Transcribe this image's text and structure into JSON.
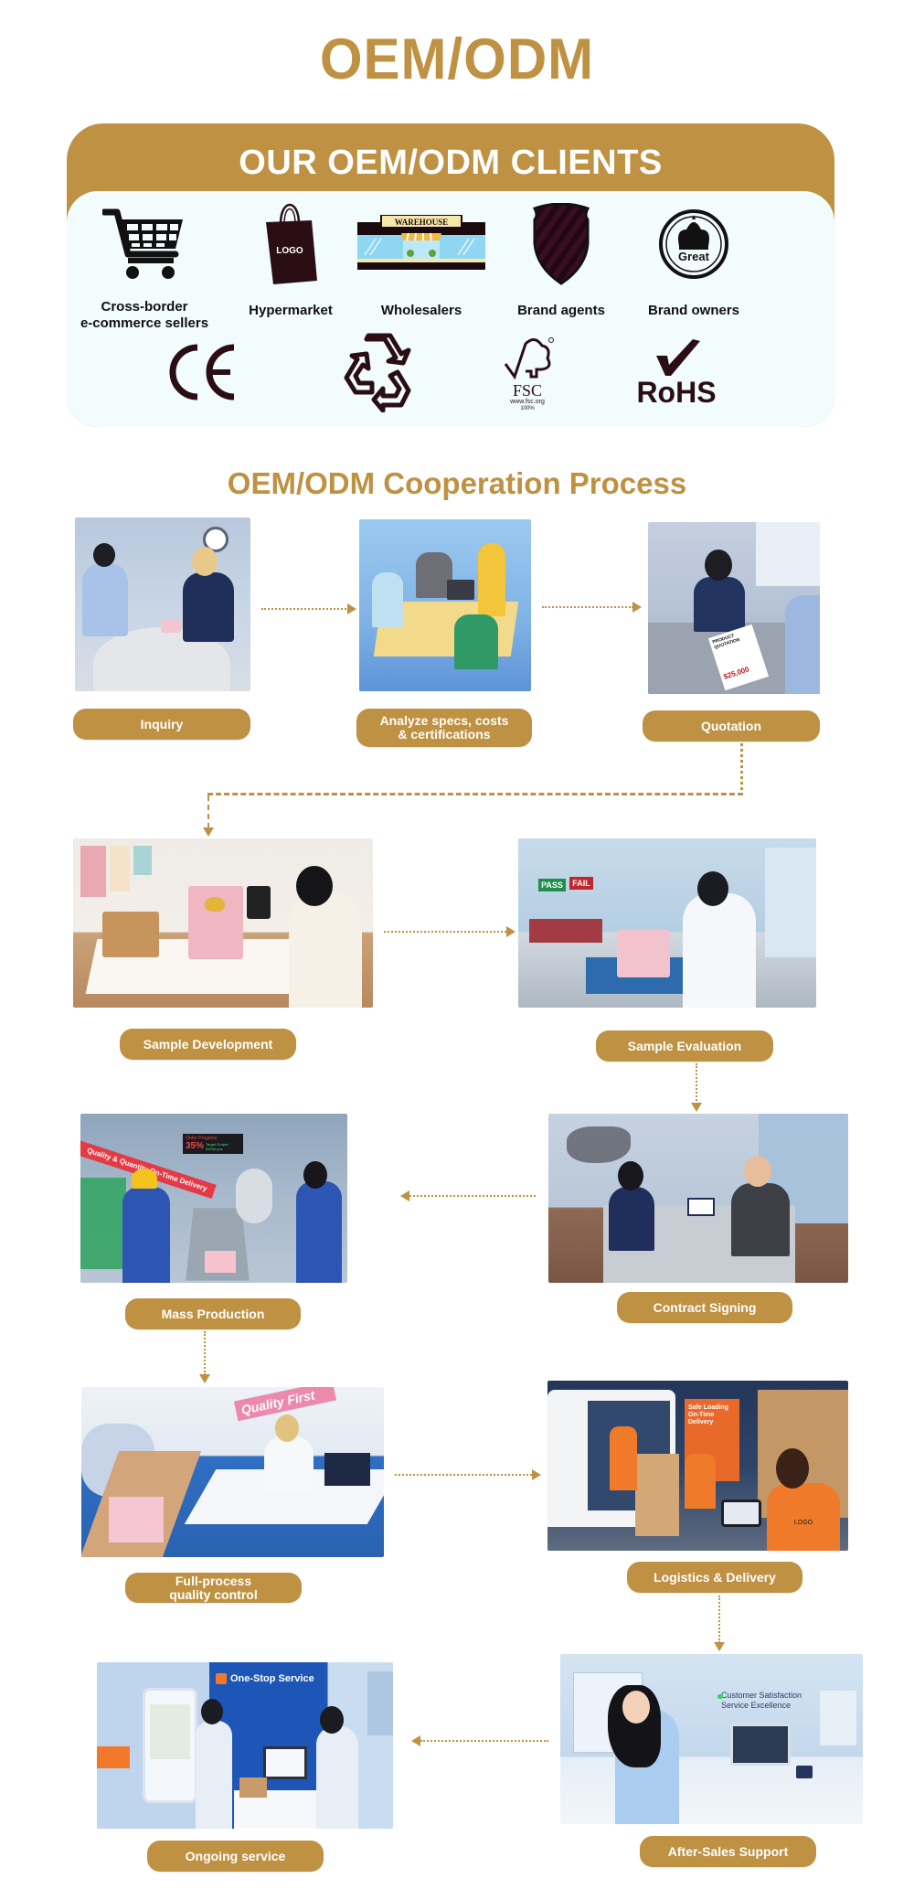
{
  "title": "OEM/ODM",
  "colors": {
    "gold": "#BF9142",
    "panel_bg": "#F2FCFD",
    "icon_dark": "#2A0E14",
    "white": "#FFFFFF"
  },
  "clients": {
    "heading": "OUR OEM/ODM CLIENTS",
    "items": [
      {
        "label_line1": "Cross-border",
        "label_line2": "e-commerce sellers",
        "icon": "shopping-cart-icon"
      },
      {
        "label_line1": "Hypermarket",
        "label_line2": "",
        "icon": "shopping-bag-icon",
        "icon_text": "LOGO"
      },
      {
        "label_line1": "Wholesalers",
        "label_line2": "",
        "icon": "warehouse-store-icon",
        "icon_text": "WAREHOUSE"
      },
      {
        "label_line1": "Brand agents",
        "label_line2": "",
        "icon": "shield-icon"
      },
      {
        "label_line1": "Brand owners",
        "label_line2": "",
        "icon": "crown-seal-icon",
        "icon_text": "Great"
      }
    ],
    "certifications": [
      {
        "name": "CE",
        "icon": "ce-mark-icon",
        "text": "CE"
      },
      {
        "name": "Recycle",
        "icon": "recycle-icon"
      },
      {
        "name": "FSC",
        "icon": "fsc-tree-icon",
        "text": "FSC",
        "sub1": "www.fsc.org",
        "sub2": "100%"
      },
      {
        "name": "RoHS",
        "icon": "rohs-check-icon",
        "text": "RoHS"
      }
    ]
  },
  "process": {
    "heading": "OEM/ODM Cooperation Process",
    "steps": [
      {
        "label": "Inquiry",
        "scene": "two people meeting at round table with tablet and jewelry box"
      },
      {
        "label_line1": "Analyze specs, costs",
        "label_line2": "& certifications",
        "scene": "team analyzing specs around a table"
      },
      {
        "label": "Quotation",
        "scene": "handing over product quotation",
        "scene_text1": "PRODUCT QUOTATION",
        "scene_text2": "$25,000"
      },
      {
        "label": "Sample Development",
        "scene": "designer working on pink jewelry box sample"
      },
      {
        "label": "Sample Evaluation",
        "scene": "inspector evaluating sample in lab",
        "scene_text1": "PASS",
        "scene_text2": "FAIL"
      },
      {
        "label": "Contract Signing",
        "scene": "two people exchanging contract in meeting room"
      },
      {
        "label": "Mass Production",
        "scene": "factory conveyor line with robot arm",
        "scene_text1": "Quality & Quantity On-Time Delivery",
        "scene_text2": "Order Progress:",
        "scene_text3": "35%",
        "scene_text4": "Target Output: 50000 pcs"
      },
      {
        "label_line1": "Full-process",
        "label_line2": "quality control",
        "scene": "QC inspector with magnifier",
        "scene_text1": "Quality First"
      },
      {
        "label": "Logistics & Delivery",
        "scene": "workers loading van in warehouse",
        "scene_text1": "Safe Loading",
        "scene_text2": "On-Time Delivery",
        "scene_text3": "LOGO"
      },
      {
        "label": "After-Sales Support",
        "scene": "support agent on video call",
        "scene_text1": "Customer Satisfaction",
        "scene_text2": "Service Excellence"
      },
      {
        "label": "Ongoing service",
        "scene": "one-stop service desk with map kiosk",
        "scene_text1": "One-Stop Service"
      }
    ]
  }
}
